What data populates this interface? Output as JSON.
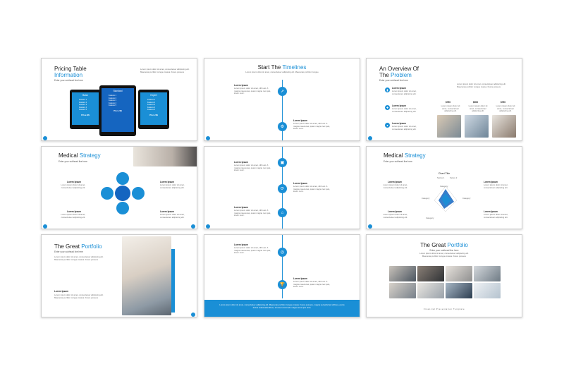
{
  "body_text": "Lorem ipsum dolor sit amet, consectetuer adipiscing elit. Maecenas porttitor congue massa. Fusce posuere",
  "short_text": "Lorem ipsum dolor sit amet, consectetuer adipiscing elit.",
  "timeline_text": "Lorem ipsum dolor sit amet, nibh est. A magna maecenas, quam magna nec quis, lorem nunc.",
  "lorem_label": "Lorem Ipsum",
  "subtitle": "Enter your subhead line here",
  "slide1": {
    "title_plain": "Pricing Table",
    "title_accent": "Information",
    "tablets": [
      {
        "name": "Basic",
        "features": [
          "Feature 1",
          "Feature 2",
          "Feature 3",
          "Feature 4",
          "Feature 5"
        ],
        "price": "Price $$"
      },
      {
        "name": "Standard",
        "features": [
          "Feature 1",
          "Feature 2",
          "Feature 3",
          "Feature 4",
          "Feature 5"
        ],
        "price": "Price $$"
      },
      {
        "name": "Expert",
        "features": [
          "Feature 1",
          "Feature 2",
          "Feature 3",
          "Feature 4",
          "Feature 5"
        ],
        "price": "Price $$"
      }
    ]
  },
  "slide2": {
    "title_plain": "Start The",
    "title_accent": "Timelines",
    "intro": "Lorem ipsum dolor sit amet, consectetuer adipiscing elit. Maecenas porttitor congue"
  },
  "slide3": {
    "title_line1": "An Overview Of",
    "title_plain": "The",
    "title_accent": "Problem",
    "prices": [
      "$750",
      "$900",
      "$750"
    ]
  },
  "slide4": {
    "title_plain": "Medical",
    "title_accent": "Strategy"
  },
  "slide6": {
    "title_plain": "Medical",
    "title_accent": "Strategy",
    "chart_title": "Chart Title",
    "legend": [
      "Series 1",
      "Series 2"
    ],
    "axis_labels": [
      "Category",
      "Category",
      "Category",
      "Category"
    ]
  },
  "slide7": {
    "title_plain": "The Great",
    "title_accent": "Portfolio"
  },
  "slide8": {
    "footer_text": "Lorem ipsum dolor sit amet, consectetuer adipiscing elit. Maecenas porttitor congue massa. Fusce posuere, magna sed pulvinar ultricies, purus lectus malesuada libero, sit amet commodo magna eros quis urna."
  },
  "slide9": {
    "title_plain": "The Great",
    "title_accent": "Portfolio",
    "footer": "Financial Presentation Template"
  },
  "colors": {
    "accent": "#1a8fd6",
    "dark_accent": "#1565c0",
    "tablet": "#111111"
  },
  "icons": [
    "rocket-icon",
    "gear-icon",
    "bag-icon",
    "cycle-icon",
    "bank-icon",
    "target-icon",
    "trophy-icon",
    "chart-icon",
    "hospital-icon",
    "location-icon"
  ]
}
